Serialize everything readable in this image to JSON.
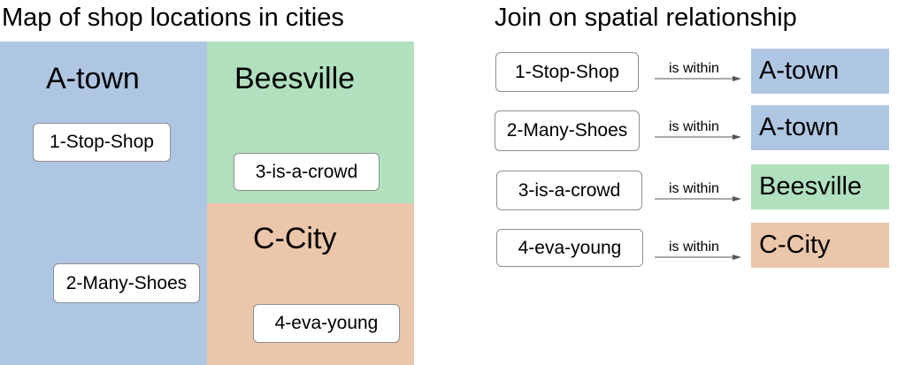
{
  "map_title": "Map of shop locations in cities",
  "join_title": "Join on spatial relationship",
  "colors": {
    "a_town": "#afc6e3",
    "beesville": "#b0e0be",
    "c_city": "#ebc6aa"
  },
  "map": {
    "regions": {
      "a_town": "A-town",
      "beesville": "Beesville",
      "c_city": "C-City"
    },
    "shops": {
      "shop1": "1-Stop-Shop",
      "shop2": "2-Many-Shoes",
      "shop3": "3-is-a-crowd",
      "shop4": "4-eva-young"
    }
  },
  "join_rows": [
    {
      "shop": "1-Stop-Shop",
      "relation": "is within",
      "city": "A-town"
    },
    {
      "shop": "2-Many-Shoes",
      "relation": "is within",
      "city": "A-town"
    },
    {
      "shop": "3-is-a-crowd",
      "relation": "is within",
      "city": "Beesville"
    },
    {
      "shop": "4-eva-young",
      "relation": "is within",
      "city": "C-City"
    }
  ]
}
